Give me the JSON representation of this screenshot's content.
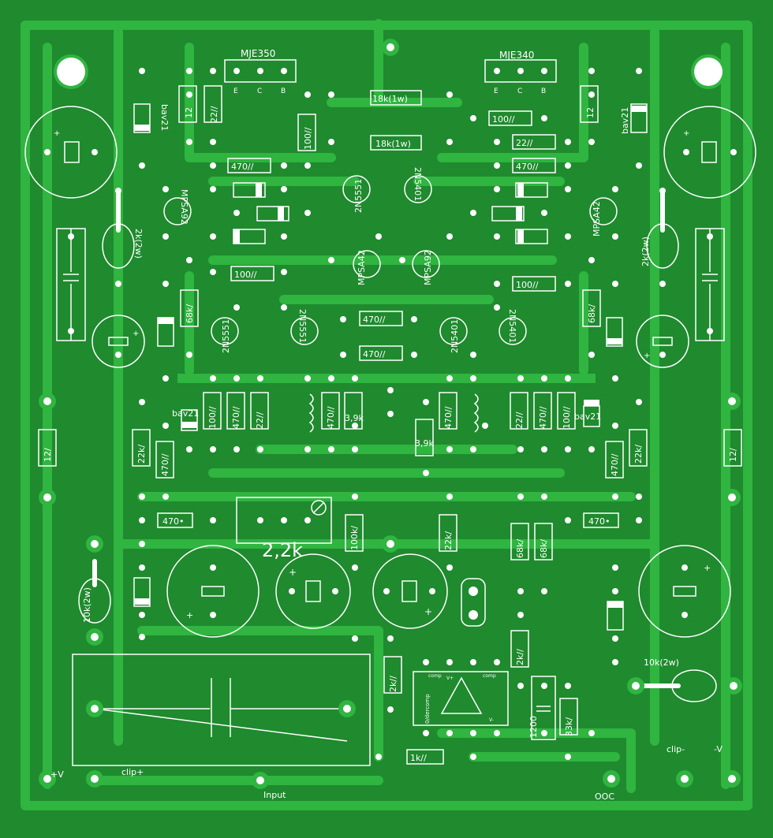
{
  "colors": {
    "board": "#1f8a2e",
    "copper": "#2fb540",
    "silk": "#ffffff",
    "pad": "#ffffff"
  },
  "transistors": {
    "mje350": "MJE350",
    "mje340": "MJE340",
    "pin_e": "E",
    "pin_c": "C",
    "pin_b": "B",
    "q_2n5551": "2N5551",
    "q_2n5401": "2N5401",
    "q_mpsa42": "MPSA42",
    "q_mpsa92": "MPSA92"
  },
  "resistors": {
    "r_18k_1w_a": "18k(1w)",
    "r_18k_1w_b": "18k(1w)",
    "r_100": "100//",
    "r_22": "22//",
    "r_470": "470//",
    "r_12": "12/",
    "r_68k": "68k/",
    "r_22k": "22k/",
    "r_2k_2w": "2k(2w)",
    "r_10k_2w": "10k(2w)",
    "r_470_star": "470•",
    "r_100k": "100k/",
    "r_22k_b": "22k/",
    "r_68k_b": "68k/",
    "r_2k": "2k//",
    "r_1k": "1k//",
    "r_33k": "33k/",
    "r_3_9k": "3,9k",
    "c_1200": "1200",
    "c_12": "12"
  },
  "diodes": {
    "bav21": "bav21"
  },
  "pot": {
    "value": "2,2k"
  },
  "opamp": {
    "comp_left": "comp",
    "comp_right": "comp",
    "vplus": "V+",
    "vminus": "V-",
    "offset": "0/dercomp"
  },
  "connectors": {
    "plus_v": "+V",
    "minus_v": "-V",
    "clip_plus": "clip+",
    "clip_minus": "clip-",
    "input": "Input",
    "ooc": "OOC"
  },
  "polarity": {
    "plus": "+"
  }
}
